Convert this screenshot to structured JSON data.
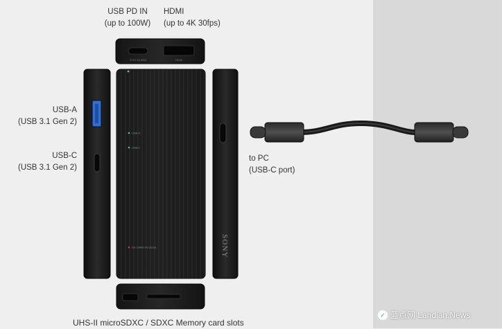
{
  "labels": {
    "usb_pd_in": {
      "line1": "USB PD IN",
      "line2": "(up to 100W)"
    },
    "hdmi": {
      "line1": "HDMI",
      "line2": "(up to 4K 30fps)"
    },
    "usb_a": {
      "line1": "USB-A",
      "line2": "(USB 3.1 Gen 2)"
    },
    "usb_c": {
      "line1": "USB-C",
      "line2": "(USB 3.1 Gen 2)"
    },
    "to_pc": {
      "line1": "to PC",
      "line2": "(USB-C port)"
    },
    "card_slots": "UHS-II microSDXC / SDXC Memory card slots"
  },
  "device": {
    "brand": "SONY",
    "indicator_usb_a": "USB-A",
    "indicator_usb_c": "USB-C",
    "indicator_card": "SD CARD ACCESS",
    "pd_port_marking": "⏻ 5V 3A 65W",
    "hdmi_marking": "HDMI"
  },
  "watermark": {
    "text": "蓝点网 Landian.News"
  },
  "colors": {
    "background": "#efefef",
    "right_panel": "#d9d9d9",
    "device_body": "#1c1c1c",
    "usb_a_port": "#2f6fd6",
    "led": "#3bd96b",
    "label_text": "#333333"
  }
}
